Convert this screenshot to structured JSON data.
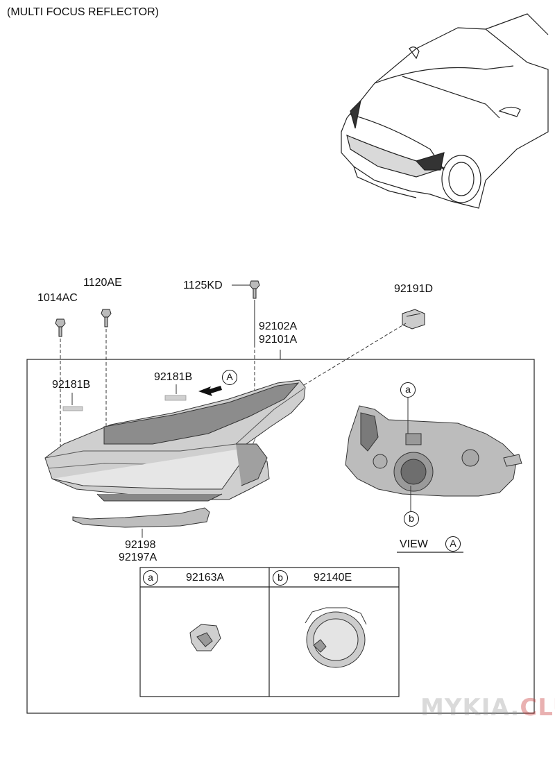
{
  "title": "(MULTI FOCUS REFLECTOR)",
  "parts": {
    "p1014ac": "1014AC",
    "p1120ae": "1120AE",
    "p1125kd": "1125KD",
    "p92191d": "92191D",
    "p92102a": "92102A",
    "p92101a": "92101A",
    "p92181b_left": "92181B",
    "p92181b_mid": "92181B",
    "p92198": "92198",
    "p92197a": "92197A"
  },
  "callouts": {
    "a_view": "A",
    "view_a_circle_a": "a",
    "view_a_circle_b": "b",
    "view_label": "VIEW",
    "view_letter": "A"
  },
  "detail_table": {
    "cell_a_letter": "a",
    "cell_a_part": "92163A",
    "cell_b_letter": "b",
    "cell_b_part": "92140E"
  },
  "watermark": {
    "part1": "MYKIA.",
    "part2": "CLUB"
  }
}
